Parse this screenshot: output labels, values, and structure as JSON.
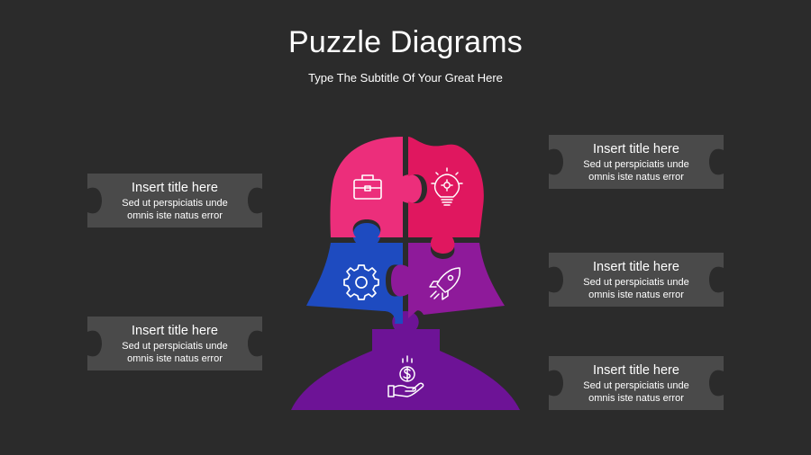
{
  "header": {
    "title": "Puzzle Diagrams",
    "subtitle": "Type The Subtitle Of Your Great Here"
  },
  "cards": [
    {
      "title": "Insert title here",
      "body": "Sed ut perspiciatis unde omnis iste natus error"
    },
    {
      "title": "Insert title here",
      "body": "Sed ut perspiciatis unde omnis iste natus error"
    },
    {
      "title": "Insert title here",
      "body": "Sed ut perspiciatis unde omnis iste natus error"
    },
    {
      "title": "Insert title here",
      "body": "Sed ut perspiciatis unde omnis iste natus error"
    },
    {
      "title": "Insert title here",
      "body": "Sed ut perspiciatis unde omnis iste natus error"
    }
  ],
  "pieces": [
    {
      "name": "top-left-piece",
      "color": "#ec2e7b",
      "icon": "briefcase-icon"
    },
    {
      "name": "top-right-piece",
      "color": "#e0175f",
      "icon": "lightbulb-gear-icon"
    },
    {
      "name": "middle-left-piece",
      "color": "#1e4bc0",
      "icon": "gear-icon"
    },
    {
      "name": "middle-right-piece",
      "color": "#8e1a9a",
      "icon": "rocket-icon"
    },
    {
      "name": "bottom-piece",
      "color": "#6d1396",
      "icon": "money-hand-icon"
    }
  ],
  "colors": {
    "background": "#2b2b2b",
    "card": "#4a4a4a",
    "text": "#ffffff"
  }
}
